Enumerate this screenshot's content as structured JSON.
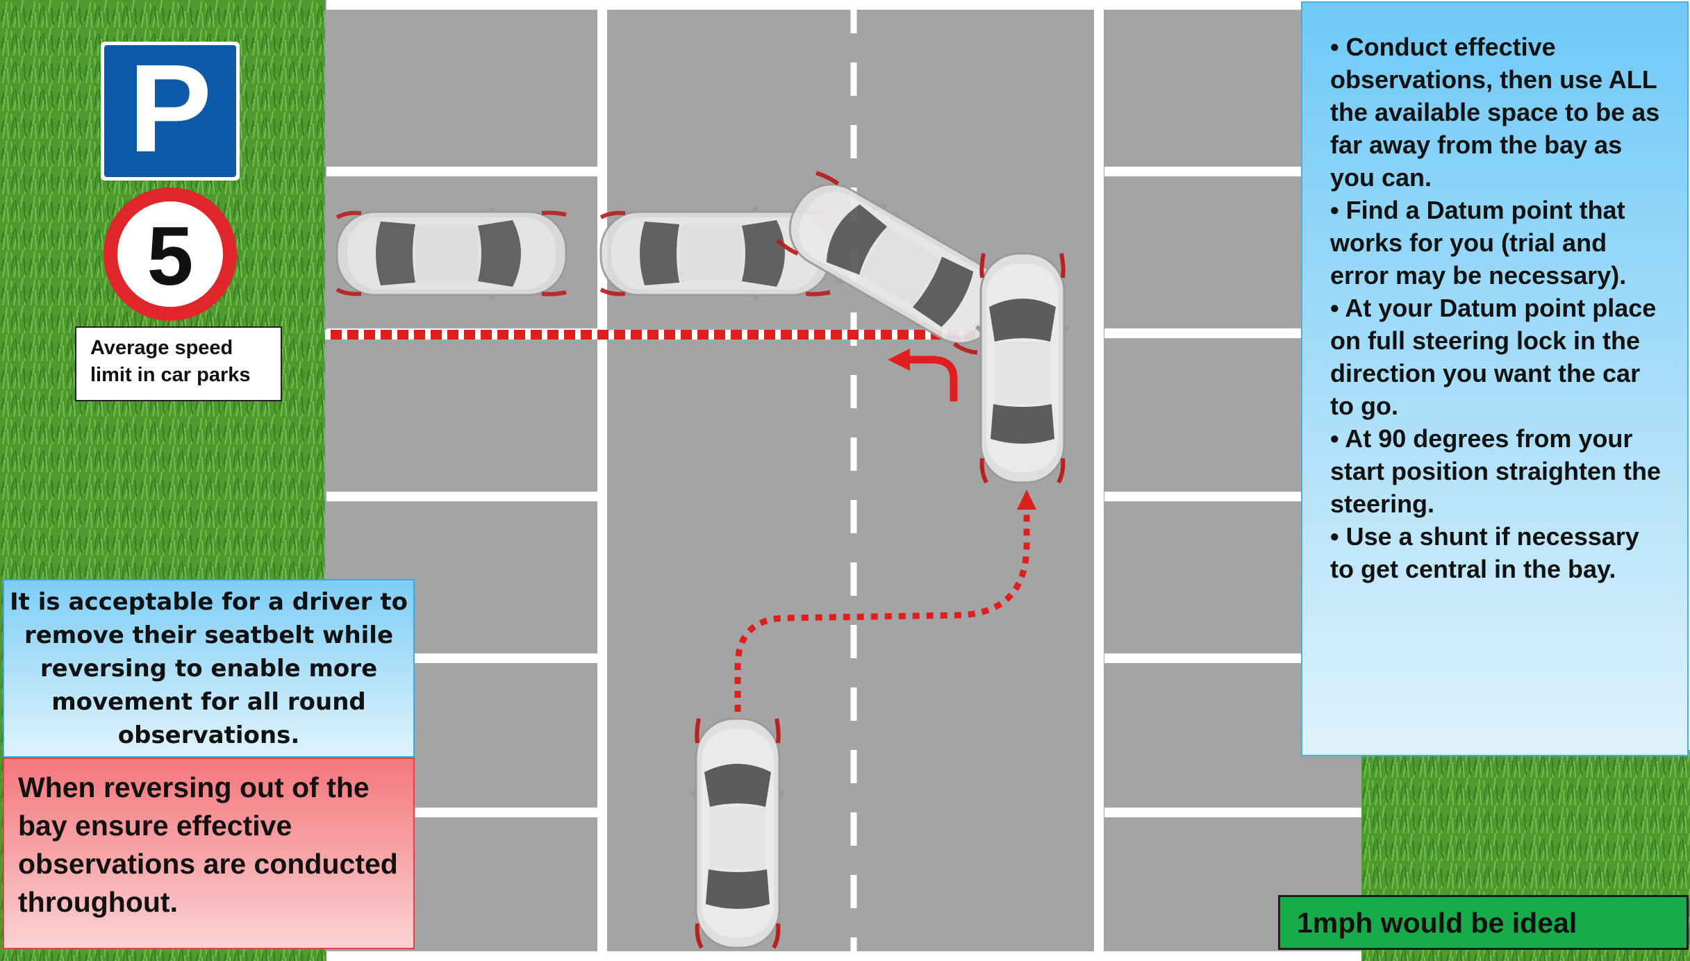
{
  "colors": {
    "grass": "#4f9a30",
    "tarmac": "#a4a4a4",
    "bay_line": "#ffffff",
    "path_red": "#e01e1e",
    "parking_sign_blue": "#0f5aa8",
    "speed_ring_red": "#e0252b",
    "car_body": "#dedede",
    "car_glass": "#5c5c5c"
  },
  "icons": {
    "parking_sign": "parking-sign-icon",
    "speed_sign": "speed-limit-5-sign-icon",
    "car": "car-topdown-icon",
    "steering_arrow": "curved-arrow-icon",
    "path_arrow": "arrow-up-icon"
  },
  "signs": {
    "parking_letter": "P",
    "speed_limit_number": "5",
    "speed_caption": "Average speed limit in car parks"
  },
  "notes": {
    "seatbelt": "It is acceptable for a driver to remove their seatbelt while reversing to enable more movement for all round observations.",
    "reversing_out": "When reversing out of the bay ensure effective observations are conducted throughout.",
    "ideal_speed": "1mph would be ideal"
  },
  "steps": [
    "• Conduct effective observations, then use ALL the available space to be as far away from the bay as you can.",
    "• Find a Datum point that works for you (trial and error may be necessary).",
    "• At your Datum point place on full steering lock in the direction you want the car to go.",
    "• At 90 degrees from your start position straighten the steering.",
    "• Use a shunt if necessary to get central in the bay."
  ]
}
